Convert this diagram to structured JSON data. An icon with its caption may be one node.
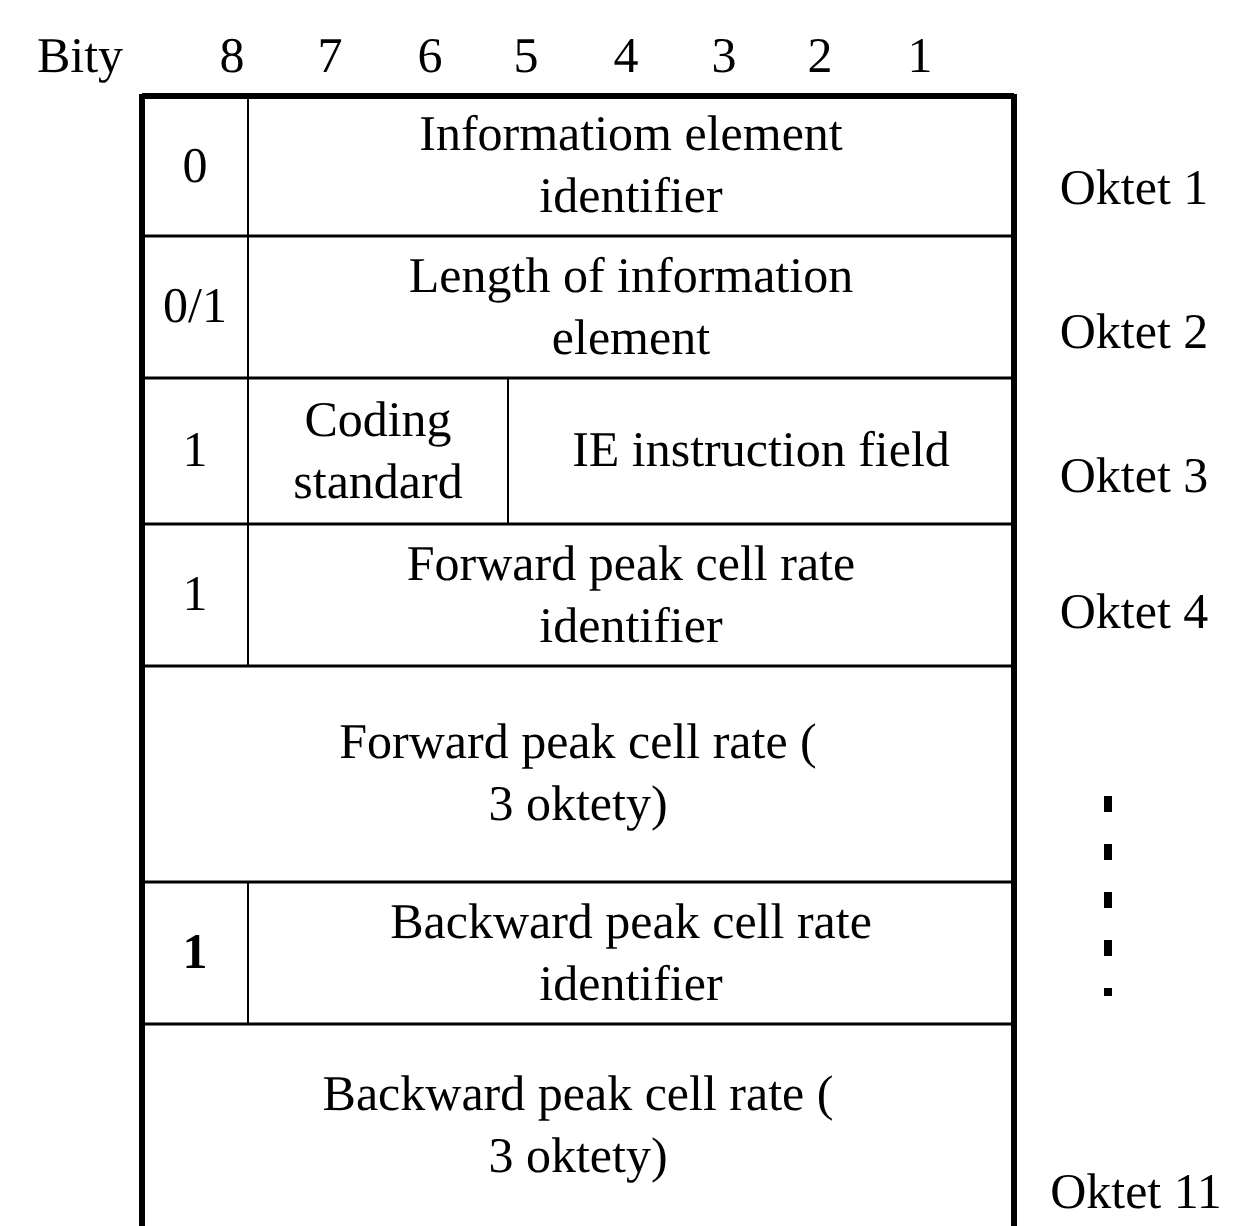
{
  "diagram": {
    "labels": [
      "Bity",
      "8",
      "7",
      "6",
      "5",
      "4",
      "3",
      "2",
      "1",
      "0",
      "Informatiom element identifier",
      "Oktet 1",
      "0/1",
      "Length of information element",
      "Oktet 2",
      "1",
      "Coding standard",
      "IE instruction field",
      "Oktet 3",
      "1",
      "Forward peak cell rate identifier",
      "Oktet 4",
      "Forward peak cell rate ( 3 oktety)",
      "1",
      "Backward peak cell rate identifier",
      "Backward peak cell rate ( 3 oktety)",
      "Oktet 11"
    ]
  }
}
